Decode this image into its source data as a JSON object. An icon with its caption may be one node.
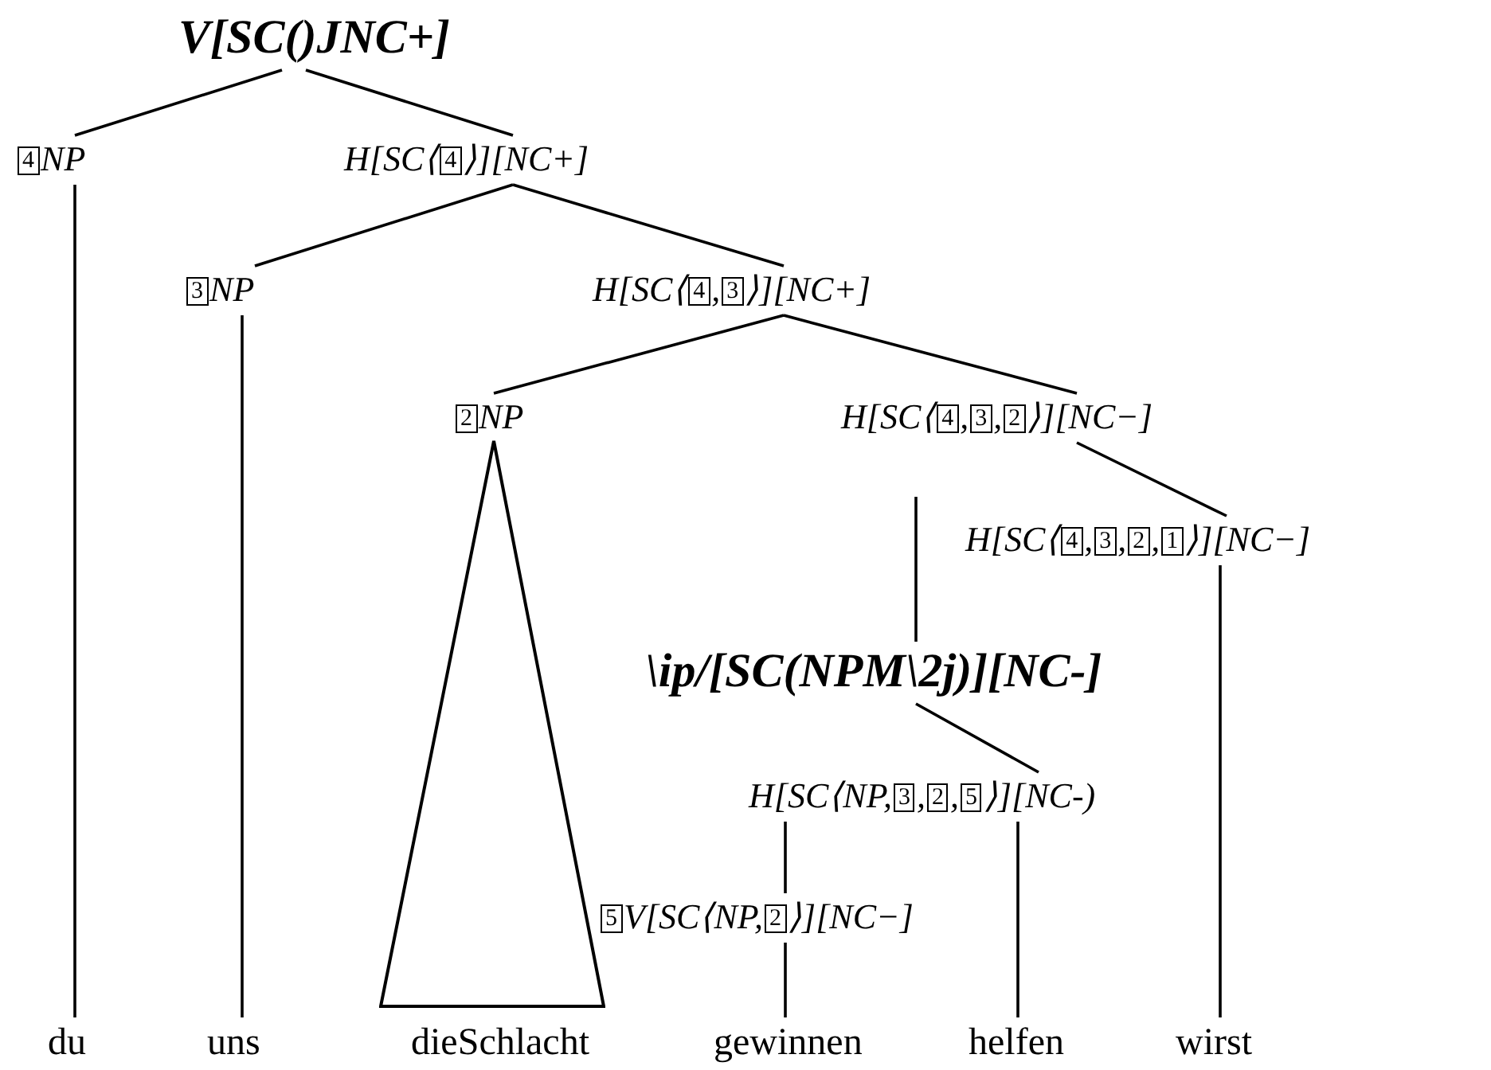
{
  "diagram": {
    "nodes": [
      {
        "text": [
          "V[SC()JNC+]"
        ]
      },
      {
        "text": [
          "4NP"
        ]
      },
      {
        "text": [
          "H[SC⟨4⟩][NC+]"
        ]
      },
      {
        "text": [
          "3NP"
        ]
      },
      {
        "text": [
          "H[SC⟨4,3⟩][NC+]"
        ]
      },
      {
        "text": [
          "2NP"
        ]
      },
      {
        "text": [
          "H[SC⟨4,3,2⟩][NC−]"
        ]
      },
      {
        "text": [
          "H[SC⟨4,3,2,1⟩][NC−]"
        ]
      },
      {
        "text": [
          "\\ip/[SC(NPM\\2j)][NC-]"
        ]
      },
      {
        "text": [
          "H[SC⟨NP,3,2,5⟩][NC-)"
        ]
      },
      {
        "text": [
          "5V[SC⟨NP,2⟩][NC−]"
        ]
      },
      {
        "text": [
          "du"
        ]
      },
      {
        "text": [
          "uns"
        ]
      },
      {
        "text": [
          "dieSchlacht"
        ]
      },
      {
        "text": [
          "gewinnen"
        ]
      },
      {
        "text": [
          "helfen"
        ]
      },
      {
        "text": [
          "wirst"
        ]
      },
      {
        "text": [],
        "shape": "triangle"
      }
    ],
    "edges": [
      {
        "from": 0,
        "to": 1,
        "arrow": "none"
      },
      {
        "from": 0,
        "to": 2,
        "arrow": "none"
      },
      {
        "from": 2,
        "to": 3,
        "arrow": "none"
      },
      {
        "from": 2,
        "to": 4,
        "arrow": "none"
      },
      {
        "from": 4,
        "to": 5,
        "arrow": "none"
      },
      {
        "from": 4,
        "to": 6,
        "arrow": "none"
      },
      {
        "from": 6,
        "to": 7,
        "arrow": "none"
      },
      {
        "from": null,
        "to": 8,
        "arrow": "none"
      },
      {
        "from": 8,
        "to": 9,
        "arrow": "none"
      },
      {
        "from": 9,
        "to": 10,
        "arrow": "none"
      },
      {
        "from": 10,
        "to": 14,
        "arrow": "none"
      },
      {
        "from": 9,
        "to": 15,
        "arrow": "none"
      },
      {
        "from": 7,
        "to": 16,
        "arrow": "none"
      },
      {
        "from": 1,
        "to": 11,
        "arrow": "none"
      },
      {
        "from": 3,
        "to": 12,
        "arrow": "none"
      }
    ]
  }
}
